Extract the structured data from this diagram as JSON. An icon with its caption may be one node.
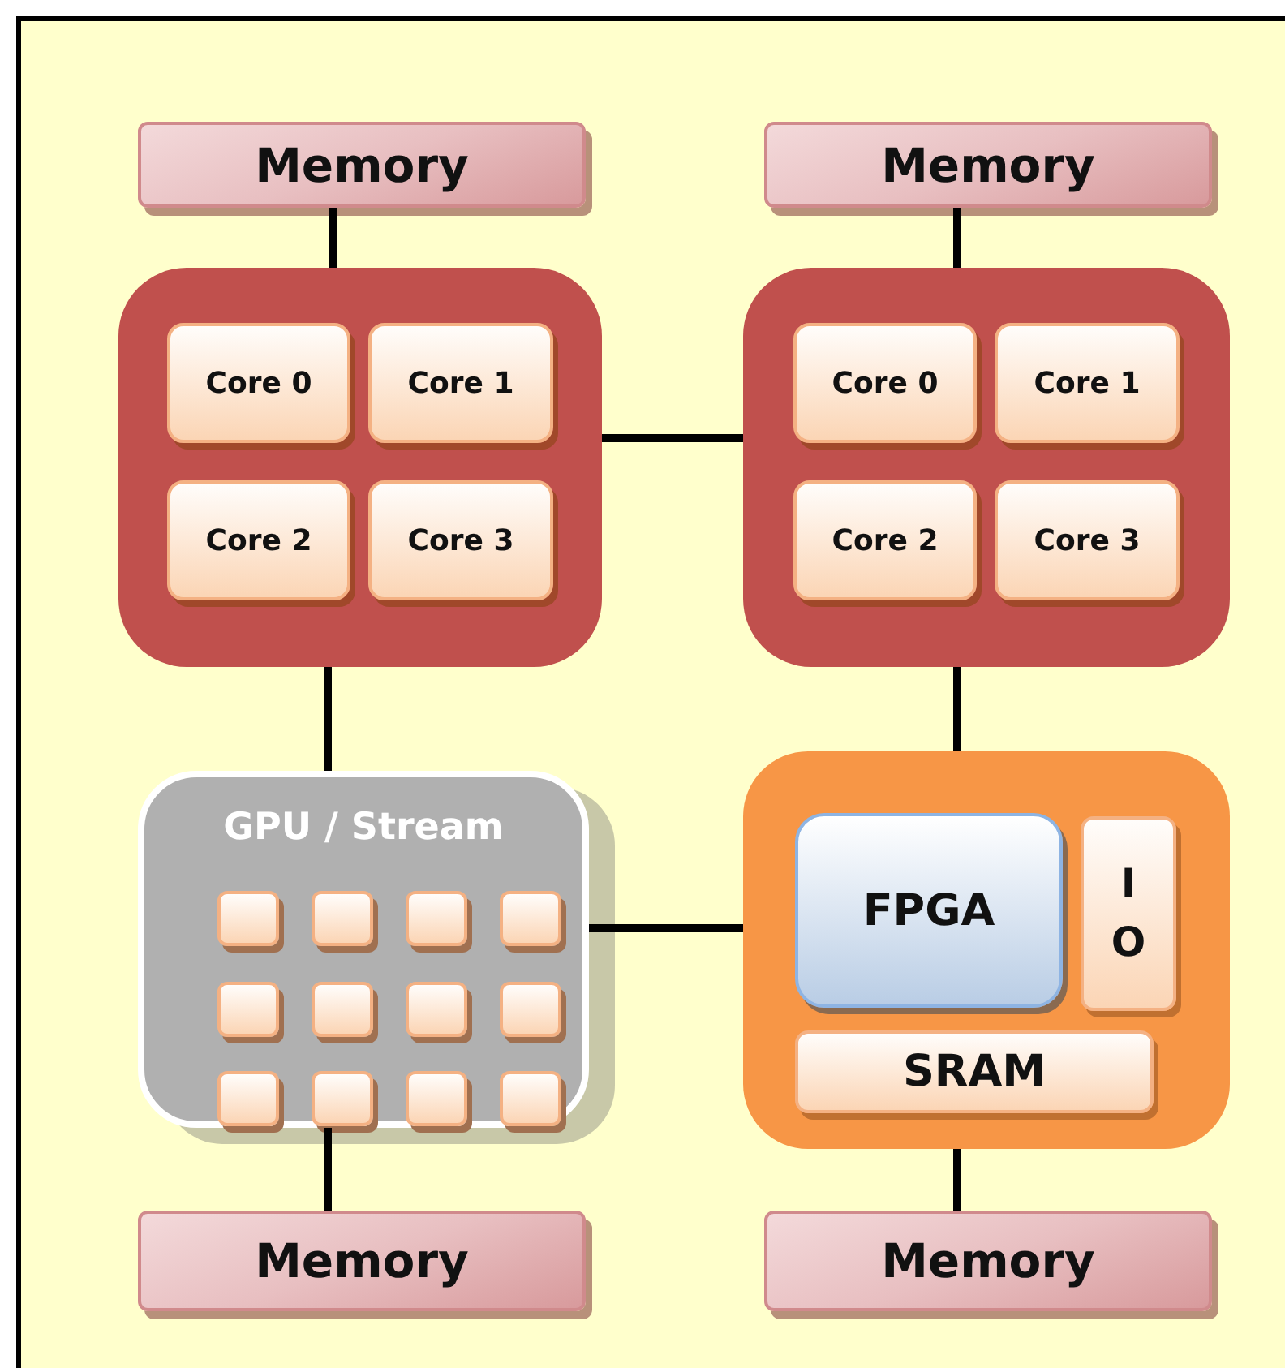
{
  "diagram": {
    "nodes": [
      {
        "text": [
          "Memory"
        ]
      },
      {
        "text": [
          "Memory"
        ]
      },
      {
        "text": [],
        "shape": "box"
      },
      {
        "text": [
          "Core 0"
        ],
        "in": 2
      },
      {
        "text": [
          "Core 1"
        ],
        "in": 2
      },
      {
        "text": [
          "Core 2"
        ],
        "in": 2
      },
      {
        "text": [
          "Core 3"
        ],
        "in": 2
      },
      {
        "text": [],
        "shape": "box"
      },
      {
        "text": [
          "Core 0"
        ],
        "in": 7
      },
      {
        "text": [
          "Core 1"
        ],
        "in": 7
      },
      {
        "text": [
          "Core 2"
        ],
        "in": 7
      },
      {
        "text": [
          "Core 3"
        ],
        "in": 7
      },
      {
        "text": [
          "GPU / Stream"
        ]
      },
      {
        "text": [],
        "shape": "box",
        "in": 12
      },
      {
        "text": [],
        "shape": "box",
        "in": 12
      },
      {
        "text": [],
        "shape": "box",
        "in": 12
      },
      {
        "text": [],
        "shape": "box",
        "in": 12
      },
      {
        "text": [],
        "shape": "box",
        "in": 12
      },
      {
        "text": [],
        "shape": "box",
        "in": 12
      },
      {
        "text": [],
        "shape": "box",
        "in": 12
      },
      {
        "text": [],
        "shape": "box",
        "in": 12
      },
      {
        "text": [],
        "shape": "box",
        "in": 12
      },
      {
        "text": [],
        "shape": "box",
        "in": 12
      },
      {
        "text": [],
        "shape": "box",
        "in": 12
      },
      {
        "text": [],
        "shape": "box",
        "in": 12
      },
      {
        "text": [],
        "shape": "box"
      },
      {
        "text": [
          "FPGA"
        ],
        "in": 25
      },
      {
        "text": [
          "I O"
        ],
        "in": 25
      },
      {
        "text": [
          "SRAM"
        ],
        "in": 25
      },
      {
        "text": [
          "Memory"
        ]
      },
      {
        "text": [
          "Memory"
        ]
      }
    ],
    "edges": [
      {
        "from": 0,
        "to": 2,
        "arrow": "none"
      },
      {
        "from": 1,
        "to": 7,
        "arrow": "none"
      },
      {
        "from": 2,
        "to": 7,
        "arrow": "none"
      },
      {
        "from": 2,
        "to": 12,
        "arrow": "none"
      },
      {
        "from": 7,
        "to": 25,
        "arrow": "none"
      },
      {
        "from": 12,
        "to": 25,
        "arrow": "none"
      },
      {
        "from": 12,
        "to": 29,
        "arrow": "none"
      },
      {
        "from": 25,
        "to": 30,
        "arrow": "none"
      }
    ]
  }
}
